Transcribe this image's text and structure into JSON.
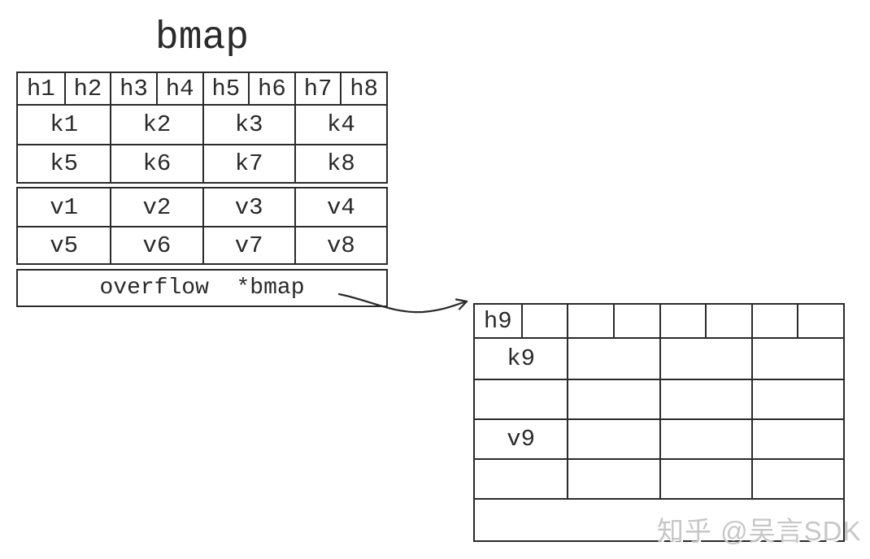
{
  "title": "bmap",
  "main_bucket": {
    "hash_cells": [
      "h1",
      "h2",
      "h3",
      "h4",
      "h5",
      "h6",
      "h7",
      "h8"
    ],
    "key_cells": [
      [
        "k1",
        "k2",
        "k3",
        "k4"
      ],
      [
        "k5",
        "k6",
        "k7",
        "k8"
      ]
    ],
    "value_cells": [
      [
        "v1",
        "v2",
        "v3",
        "v4"
      ],
      [
        "v5",
        "v6",
        "v7",
        "v8"
      ]
    ],
    "overflow_label": "overflow  *bmap"
  },
  "overflow_bucket": {
    "hash_cells": [
      "h9",
      "",
      "",
      "",
      "",
      "",
      "",
      ""
    ],
    "body_cells": [
      [
        "k9",
        "",
        "",
        ""
      ],
      [
        "",
        "",
        "",
        ""
      ],
      [
        "v9",
        "",
        "",
        ""
      ],
      [
        "",
        "",
        "",
        ""
      ]
    ],
    "overflow_label": ""
  },
  "watermark": "知乎 @吴言SDK",
  "colors": {
    "line": "#2a2a2a",
    "text": "#2a2a2a",
    "watermark": "#c7c7c7",
    "background": "#ffffff"
  }
}
